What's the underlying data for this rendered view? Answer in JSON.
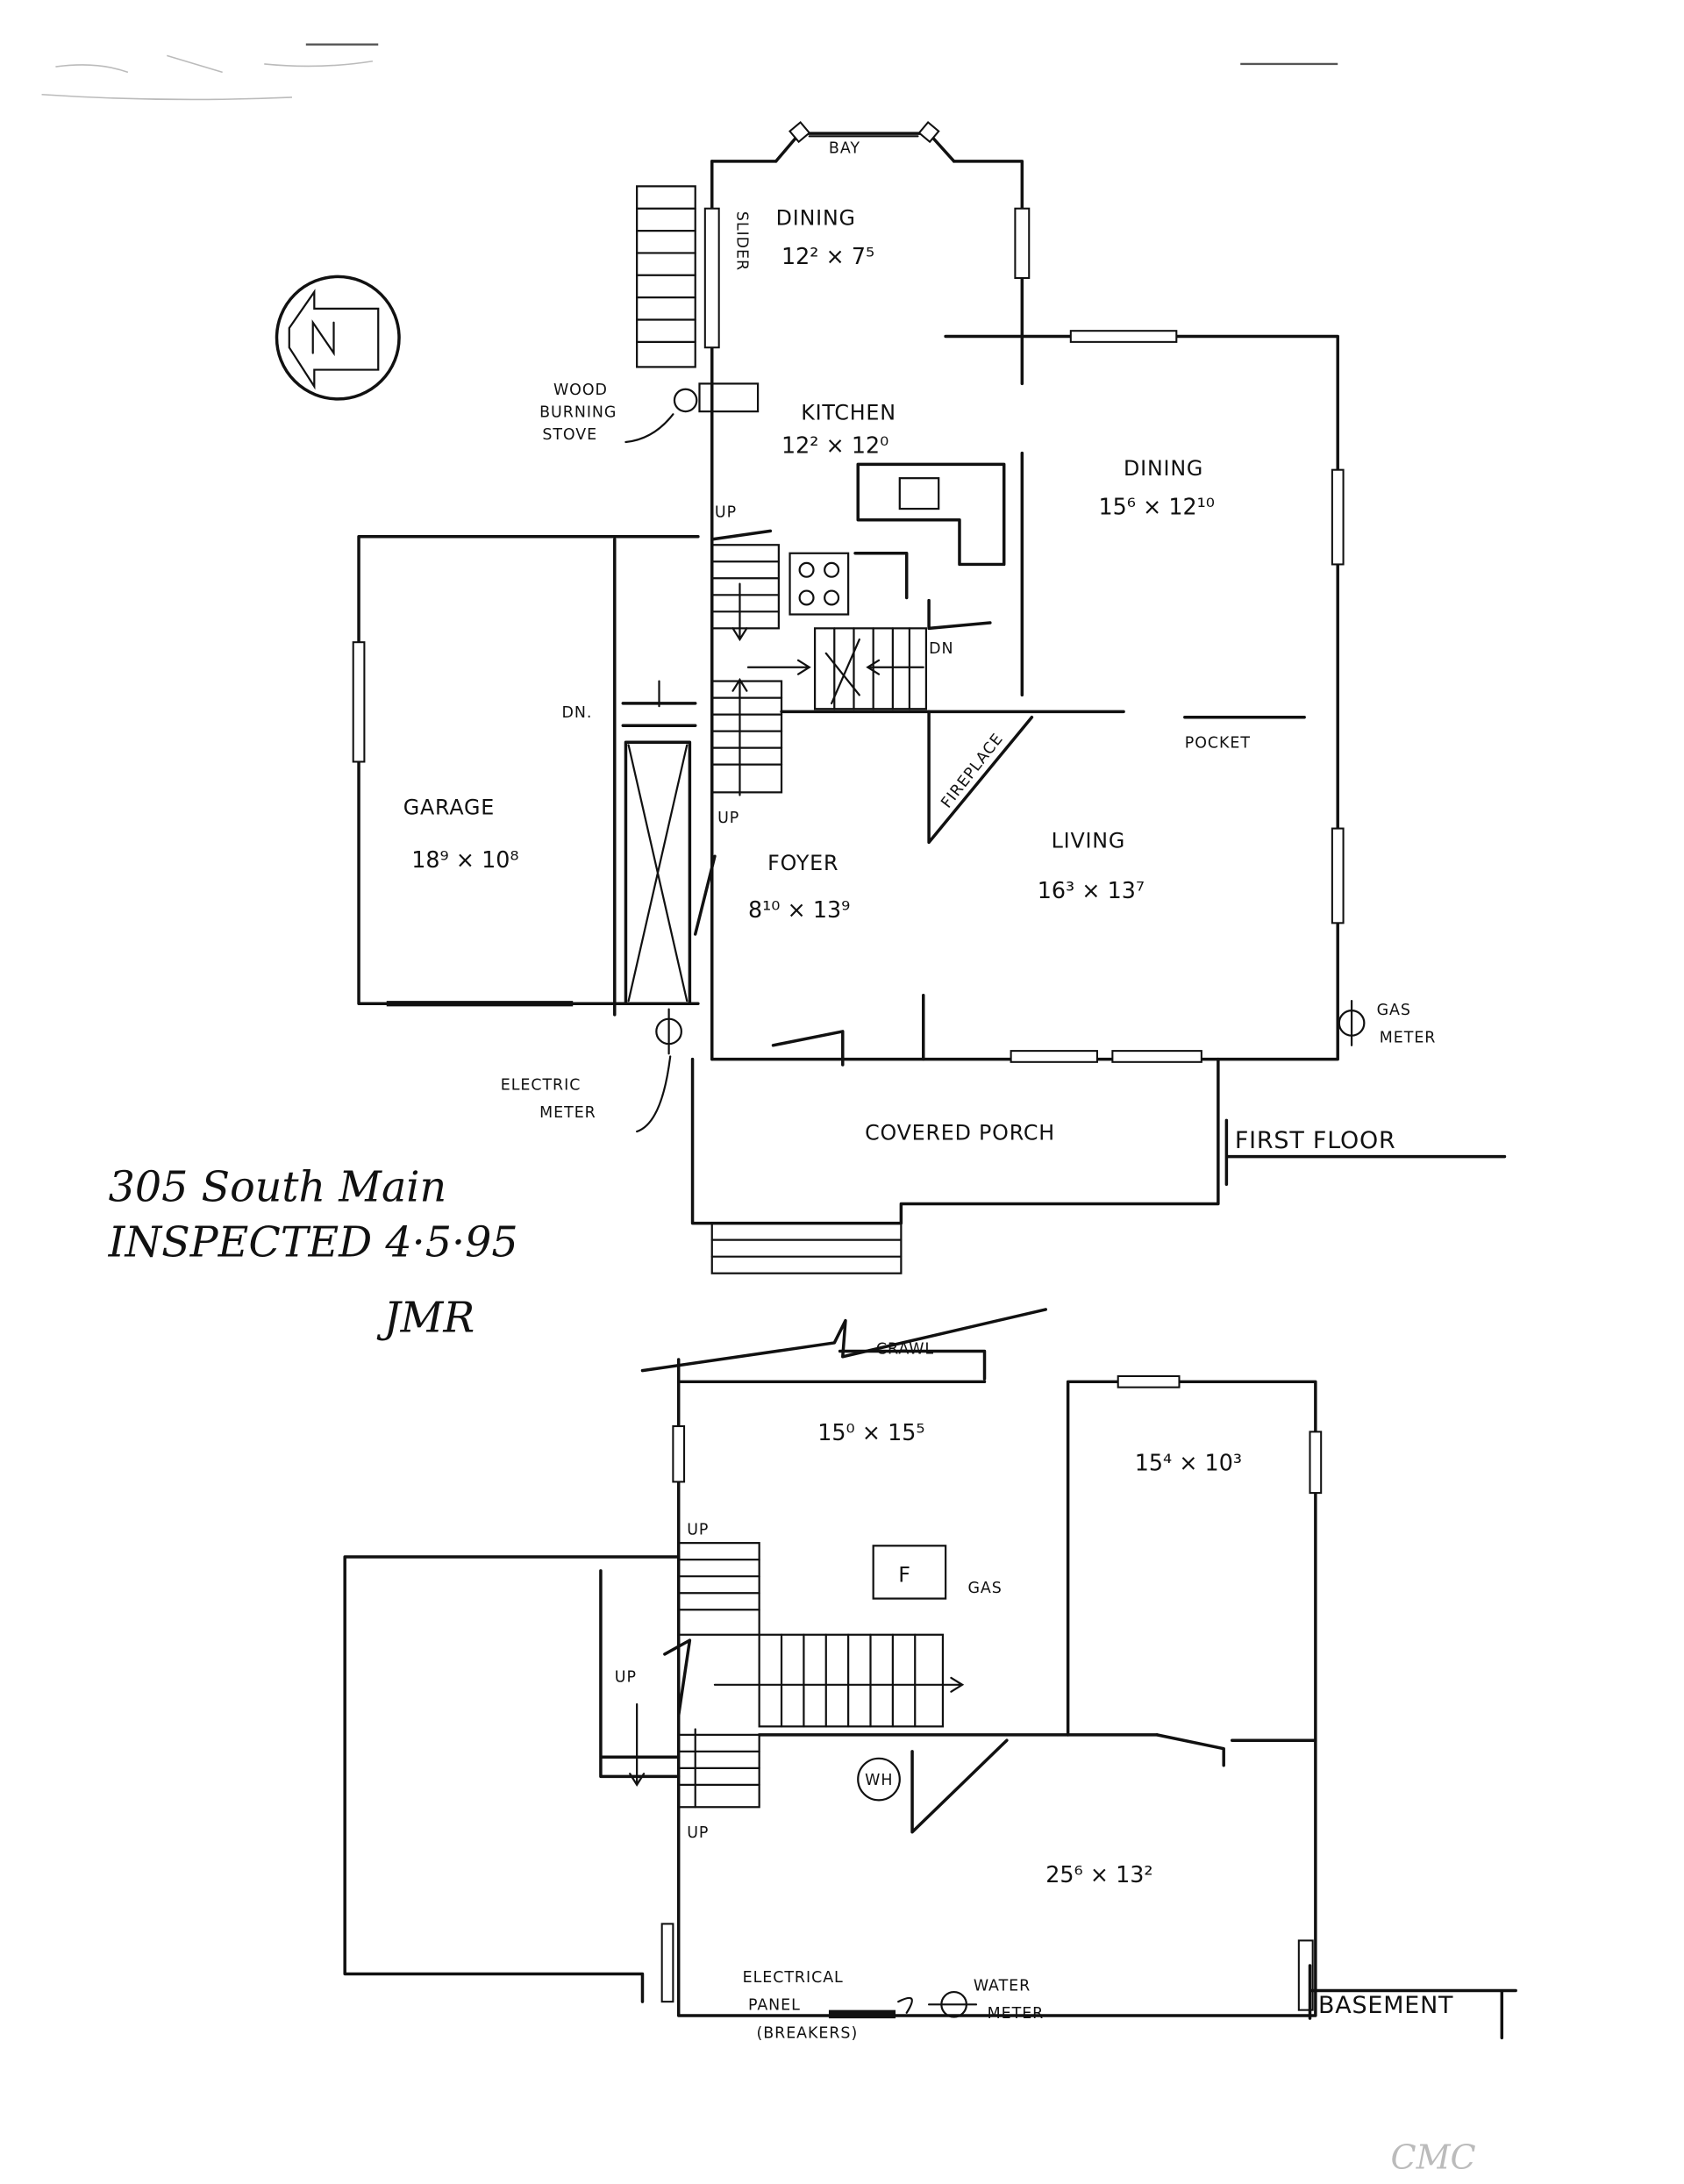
{
  "document": {
    "address": "305 South Main",
    "inspected": "INSPECTED 4·5·95",
    "initials_top": "JMR",
    "initials_bottom": "CMC"
  },
  "first_floor": {
    "title": "FIRST FLOOR",
    "bay": "BAY",
    "dining_top": {
      "name": "DINING",
      "dims": "12² × 7⁵"
    },
    "slider": "SLIDER",
    "wood_stove": [
      "WOOD",
      "BURNING",
      "STOVE"
    ],
    "kitchen": {
      "name": "KITCHEN",
      "dims": "12² × 12⁰"
    },
    "dining_right": {
      "name": "DINING",
      "dims": "15⁶ × 12¹⁰"
    },
    "up_top": "UP",
    "dn_right": "DN",
    "dn_left": "DN.",
    "garage": {
      "name": "GARAGE",
      "dims": "18⁹ × 10⁸"
    },
    "up_mid": "UP",
    "fireplace": "FIREPLACE",
    "pocket": "POCKET",
    "foyer": {
      "name": "FOYER",
      "dims": "8¹⁰ × 13⁹"
    },
    "living": {
      "name": "LIVING",
      "dims": "16³ × 13⁷"
    },
    "gas_meter": [
      "GAS",
      "METER"
    ],
    "electric_meter": [
      "ELECTRIC",
      "METER"
    ],
    "covered_porch": "COVERED PORCH"
  },
  "basement": {
    "title": "BASEMENT",
    "crawl": "CRAWL",
    "room_a_dims": "15⁰ × 15⁵",
    "room_b_dims": "15⁴ × 10³",
    "furnace": "F",
    "gas": "GAS",
    "up_top": "UP",
    "up_left": "UP",
    "up_bottom": "UP",
    "water_heater": "WH",
    "room_c_dims": "25⁶ × 13²",
    "electrical_panel": [
      "ELECTRICAL",
      "PANEL",
      "(BREAKERS)"
    ],
    "water_meter": [
      "WATER",
      "METER"
    ]
  }
}
